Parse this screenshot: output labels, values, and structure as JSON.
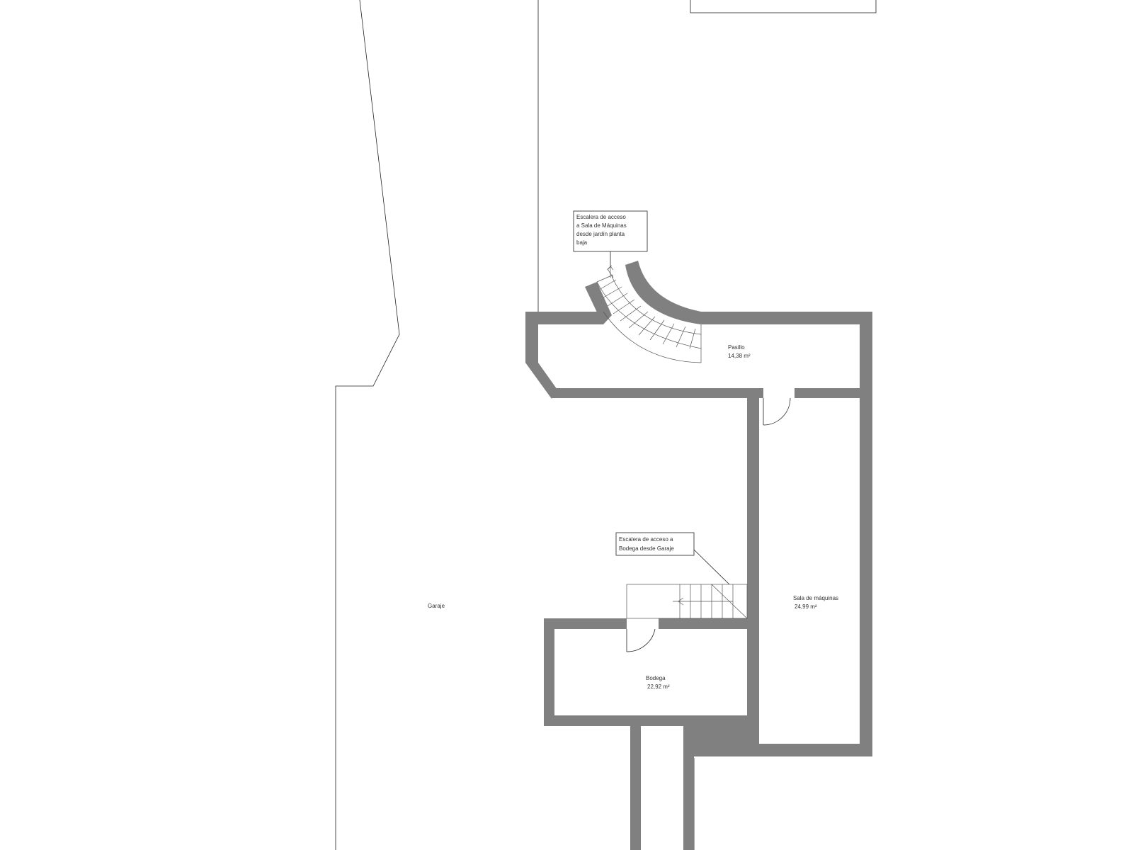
{
  "colors": {
    "wall": "#808080",
    "line": "#222222",
    "background": "#ffffff"
  },
  "rooms": {
    "pasillo": {
      "name": "Pasillo",
      "area": "14,38 m²"
    },
    "sala_maquinas": {
      "name": "Sala de máquinas",
      "area": "24,99 m²"
    },
    "bodega": {
      "name": "Bodega",
      "area": "22,92 m²"
    },
    "garaje": {
      "name": "Garaje"
    }
  },
  "notes": {
    "stair_garden": {
      "line1": "Escalera de acceso",
      "line2": "a Sala de Máquinas",
      "line3": "desde jardín planta",
      "line4": "baja"
    },
    "stair_bodega": {
      "line1": "Escalera de acceso a",
      "line2": "Bodega desde Garaje"
    }
  },
  "icons": {
    "stair_arrow_garage": "arrow-left-icon",
    "stair_arrow_spiral": "arrow-up-icon"
  }
}
